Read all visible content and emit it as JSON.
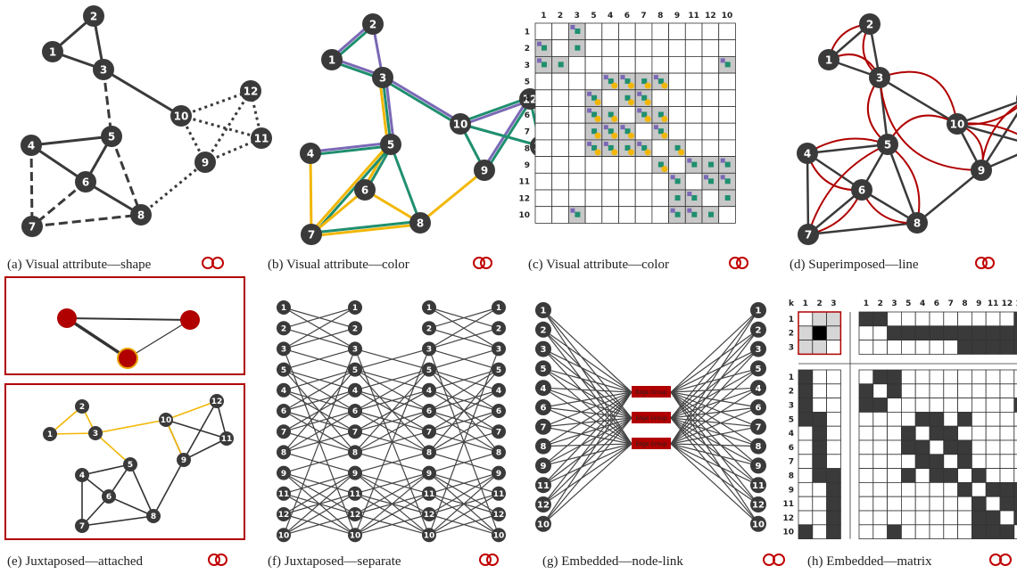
{
  "panels": [
    {
      "id": "a",
      "caption": "(a)  Visual attribute—shape"
    },
    {
      "id": "b",
      "caption": "(b)  Visual attribute—color"
    },
    {
      "id": "c",
      "caption": "(c)  Visual attribute—color"
    },
    {
      "id": "d",
      "caption": "(d)  Superimposed—line"
    },
    {
      "id": "e",
      "caption": "(e)  Juxtaposed—attached"
    },
    {
      "id": "f",
      "caption": "(f)  Juxtaposed—separate"
    },
    {
      "id": "g",
      "caption": "(g)  Embedded—node-link"
    },
    {
      "id": "h",
      "caption": "(h)  Embedded—matrix"
    }
  ],
  "node_labels": [
    "1",
    "2",
    "3",
    "4",
    "5",
    "6",
    "7",
    "8",
    "9",
    "10",
    "11",
    "12"
  ],
  "matrix_order": [
    "1",
    "2",
    "3",
    "5",
    "4",
    "6",
    "7",
    "8",
    "9",
    "11",
    "12",
    "10"
  ],
  "h_k_header": [
    "k",
    "1",
    "2",
    "3"
  ],
  "g_box_label": "Edge Group",
  "colors": {
    "node": "#3a3a3a",
    "edge": "#444444",
    "purple": "#7b68b5",
    "green": "#1f8f6f",
    "yellow": "#f2b705",
    "red": "#b00000",
    "gray": "#c8c8c8"
  }
}
